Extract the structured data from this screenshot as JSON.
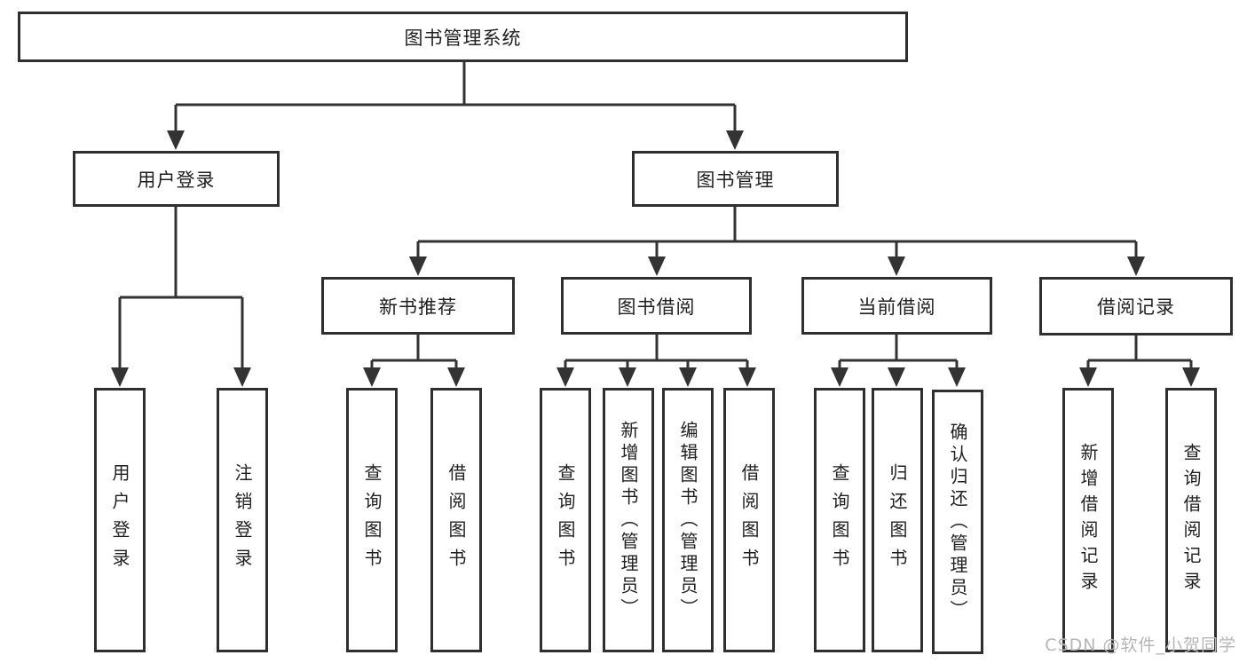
{
  "diagram": {
    "title": "图书管理系统",
    "branches": {
      "user_login": {
        "label": "用户登录",
        "children": [
          {
            "label": "用户登录"
          },
          {
            "label": "注销登录"
          }
        ]
      },
      "book_management": {
        "label": "图书管理",
        "modules": [
          {
            "label": "新书推荐",
            "children": [
              {
                "label": "查询图书"
              },
              {
                "label": "借阅图书"
              }
            ]
          },
          {
            "label": "图书借阅",
            "children": [
              {
                "label": "查询图书"
              },
              {
                "label": "新增图书（管理员）"
              },
              {
                "label": "编辑图书（管理员）"
              },
              {
                "label": "借阅图书"
              }
            ]
          },
          {
            "label": "当前借阅",
            "children": [
              {
                "label": "查询图书"
              },
              {
                "label": "归还图书"
              },
              {
                "label": "确认归还（管理员）"
              }
            ]
          },
          {
            "label": "借阅记录",
            "children": [
              {
                "label": "新增借阅记录"
              },
              {
                "label": "查询借阅记录"
              }
            ]
          }
        ]
      }
    }
  },
  "watermark": {
    "text": "CSDN @软件_小贺同学"
  },
  "colors": {
    "line": "#333333",
    "border": "#2f2f2f",
    "text": "#1f1f1f",
    "watermark": "#b5b5b5",
    "background": "#ffffff"
  }
}
